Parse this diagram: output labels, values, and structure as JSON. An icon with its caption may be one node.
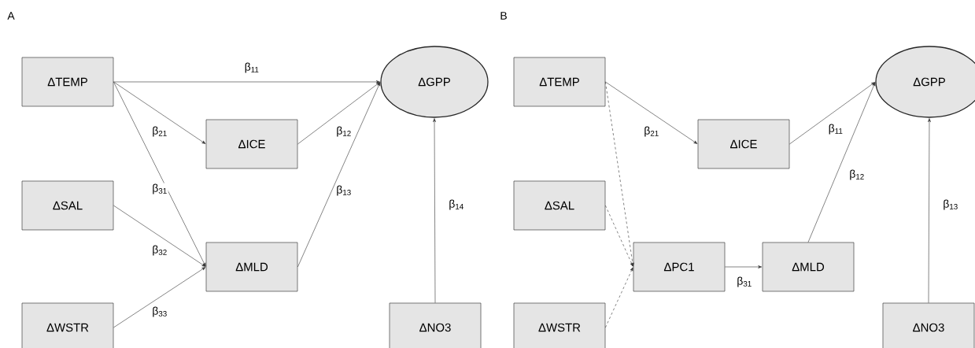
{
  "diagram": {
    "nodes": [
      {
        "text": [
          "ΔTEMP"
        ]
      },
      {
        "text": [
          "ΔGPP"
        ]
      },
      {
        "text": [
          "ΔICE"
        ]
      },
      {
        "text": [
          "ΔSAL"
        ]
      },
      {
        "text": [
          "ΔMLD"
        ]
      },
      {
        "text": [
          "ΔWSTR"
        ]
      },
      {
        "text": [
          "ΔNO3"
        ]
      },
      {
        "text": [
          "ΔTEMP"
        ]
      },
      {
        "text": [
          "ΔGPP"
        ]
      },
      {
        "text": [
          "ΔICE"
        ]
      },
      {
        "text": [
          "ΔSAL"
        ]
      },
      {
        "text": [
          "ΔPC1"
        ]
      },
      {
        "text": [
          "ΔMLD"
        ]
      },
      {
        "text": [
          "ΔWSTR"
        ]
      },
      {
        "text": [
          "ΔNO3"
        ]
      }
    ],
    "edges": [
      {
        "from": 0,
        "to": 1,
        "arrow": "to",
        "label": "β$_{11}$"
      },
      {
        "from": 0,
        "to": 2,
        "arrow": "to",
        "label": "β$_{21}$"
      },
      {
        "from": 0,
        "to": 4,
        "arrow": "to",
        "label": "β$_{31}$"
      },
      {
        "from": 3,
        "to": 4,
        "arrow": "to",
        "label": "β$_{32}$"
      },
      {
        "from": 5,
        "to": 4,
        "arrow": "to",
        "label": "β$_{33}$"
      },
      {
        "from": 2,
        "to": 1,
        "arrow": "to",
        "label": "β$_{12}$"
      },
      {
        "from": 4,
        "to": 1,
        "arrow": "to",
        "label": "β$_{13}$"
      },
      {
        "from": 6,
        "to": 1,
        "arrow": "to",
        "label": "β$_{14}$"
      },
      {
        "from": 7,
        "to": 9,
        "arrow": "to",
        "label": "β$_{21}$"
      },
      {
        "from": 9,
        "to": 8,
        "arrow": "to",
        "label": "β$_{11}$"
      },
      {
        "from": 12,
        "to": 8,
        "arrow": "to",
        "label": "β$_{12}$"
      },
      {
        "from": 11,
        "to": 12,
        "arrow": "to",
        "label": "β$_{31}$"
      },
      {
        "from": 14,
        "to": 8,
        "arrow": "to",
        "label": "β$_{13}$"
      },
      {
        "from": 7,
        "to": 11,
        "arrow": "to",
        "style": "dashed"
      },
      {
        "from": 10,
        "to": 11,
        "arrow": "to",
        "style": "dashed"
      },
      {
        "from": 13,
        "to": 11,
        "arrow": "to",
        "style": "dashed"
      }
    ],
    "labels": [
      "A",
      "B"
    ]
  }
}
